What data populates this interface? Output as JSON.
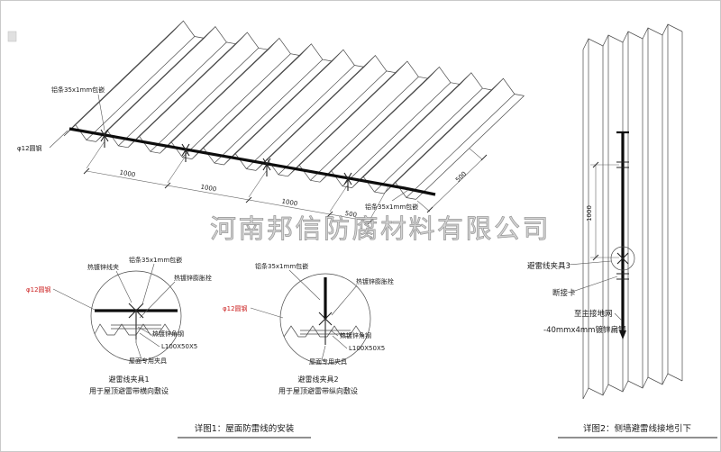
{
  "watermark": "河南邦信防腐材料有限公司",
  "roof": {
    "label_strip_top": "铝条35x1mm包嵌",
    "label_strip_right": "铝条35x1mm包嵌",
    "label_round_steel": "φ12圆钢",
    "dim_1000_a": "1000",
    "dim_1000_b": "1000",
    "dim_1000_c": "1000",
    "dim_500_a": "500",
    "dim_500_b": "500"
  },
  "detail1": {
    "label_wire_clamp": "热镀锌线夹",
    "label_strip": "铝条35x1mm包嵌",
    "label_expansion_bolt": "热镀锌膨胀栓",
    "label_round_steel": "φ12圆钢",
    "label_angle_steel": "热镀锌角钢",
    "label_angle_size": "L100X50X5",
    "label_roof_clamp": "屋面专用夹具",
    "caption_title": "避雷线夹具1",
    "caption_sub": "用于屋顶避雷带横向敷设"
  },
  "detail2": {
    "label_strip": "铝条35x1mm包嵌",
    "label_expansion_bolt": "热镀锌膨胀栓",
    "label_round_steel": "φ12圆钢",
    "label_angle_steel": "热镀锌角钢",
    "label_angle_size": "L100X50X5",
    "label_roof_clamp": "屋面专用夹具",
    "caption_title": "避雷线夹具2",
    "caption_sub": "用于屋顶避雷带纵向敷设"
  },
  "wall": {
    "dim_1000": "1000",
    "label_clamp3": "避雷线夹具3",
    "label_disconnect": "断接卡",
    "label_to_ground": "至主接地网",
    "label_flat_steel": "-40mmx4mm镀锌扁钢"
  },
  "captions": {
    "fig1": "详图1：屋面防雷线的安装",
    "fig2": "详图2：侧墙避雷线接地引下"
  },
  "colors": {
    "line": "#4a4a4a",
    "wire": "#0d0d0d",
    "red_label": "#cc2222",
    "watermark": "#cfcfcf"
  }
}
